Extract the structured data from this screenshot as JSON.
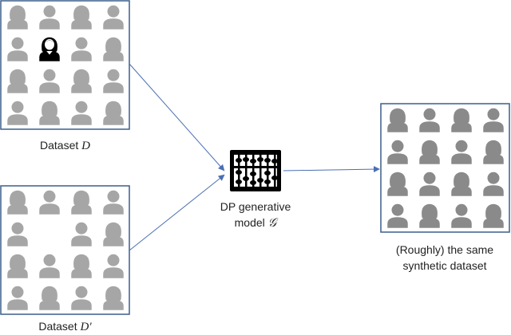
{
  "datasets": {
    "d": {
      "label": "Dataset ",
      "symbol": "D"
    },
    "d_prime": {
      "label": "Dataset ",
      "symbol": "D′"
    },
    "synthetic": {
      "line1": "(Roughly) the same",
      "line2": "synthetic dataset"
    }
  },
  "model": {
    "line1": "DP generative",
    "line2_text": "model ",
    "symbol": "𝒢"
  },
  "icons": {
    "person": "person-icon",
    "model": "abacus-icon"
  },
  "colors": {
    "frame": "#3b5e8c",
    "person": "#a6a6a6",
    "person_dark": "#8a8a8a",
    "highlight": "#000000",
    "arrow": "#4a6fb3",
    "text": "#222222"
  }
}
